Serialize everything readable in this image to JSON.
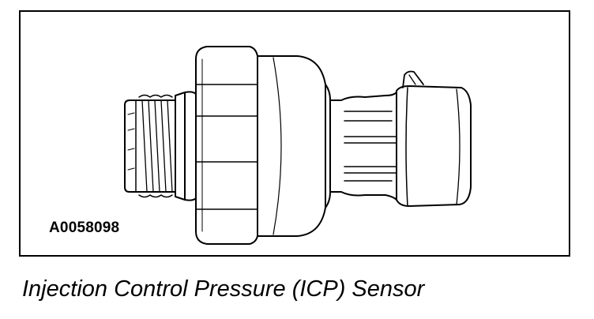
{
  "figure": {
    "id": "A0058098",
    "subject": "icp-sensor"
  },
  "caption": "Injection Control Pressure (ICP) Sensor",
  "colors": {
    "line": "#000000",
    "background": "#ffffff"
  }
}
